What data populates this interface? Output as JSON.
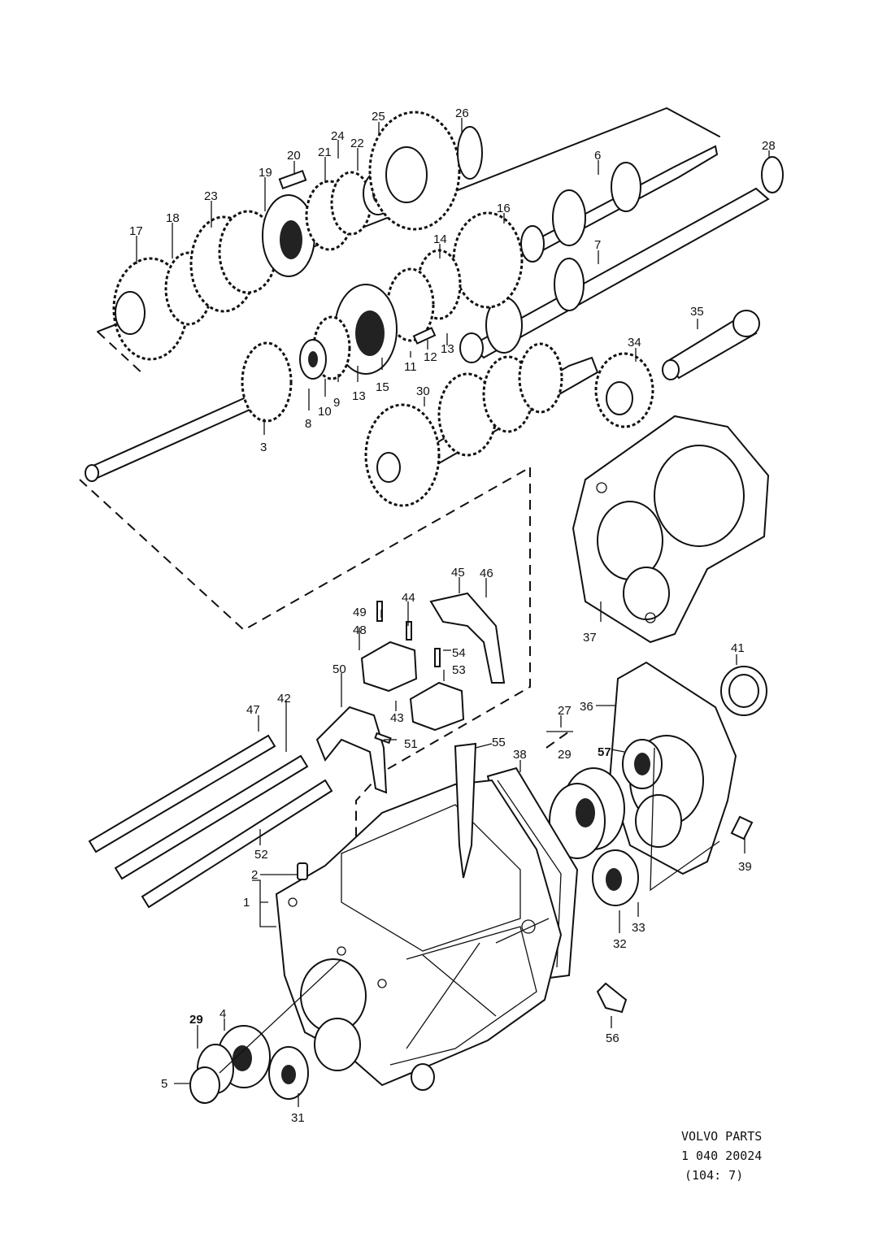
{
  "labels": {
    "p1": "1",
    "p2": "2",
    "p3": "3",
    "p4": "4",
    "p5": "5",
    "p6": "6",
    "p7": "7",
    "p8": "8",
    "p9": "9",
    "p10": "10",
    "p11": "11",
    "p12": "12",
    "p13a": "13",
    "p13b": "13",
    "p14": "14",
    "p15": "15",
    "p16": "16",
    "p17": "17",
    "p18": "18",
    "p19": "19",
    "p20": "20",
    "p21": "21",
    "p22": "22",
    "p23": "23",
    "p24": "24",
    "p25": "25",
    "p26": "26",
    "p27": "27",
    "p28": "28",
    "p29a": "29",
    "p29b": "29",
    "p30": "30",
    "p31": "31",
    "p32": "32",
    "p33": "33",
    "p34": "34",
    "p35": "35",
    "p36": "36",
    "p37": "37",
    "p38": "38",
    "p39": "39",
    "p41": "41",
    "p42": "42",
    "p43": "43",
    "p44": "44",
    "p45": "45",
    "p46": "46",
    "p47": "47",
    "p48": "48",
    "p49": "49",
    "p50": "50",
    "p51": "51",
    "p52": "52",
    "p53": "53",
    "p54": "54",
    "p55": "55",
    "p56": "56",
    "p57": "57"
  },
  "reference": {
    "line1": "VOLVO PARTS",
    "line2": "1 040 20024",
    "line3": "(104: 7)"
  }
}
